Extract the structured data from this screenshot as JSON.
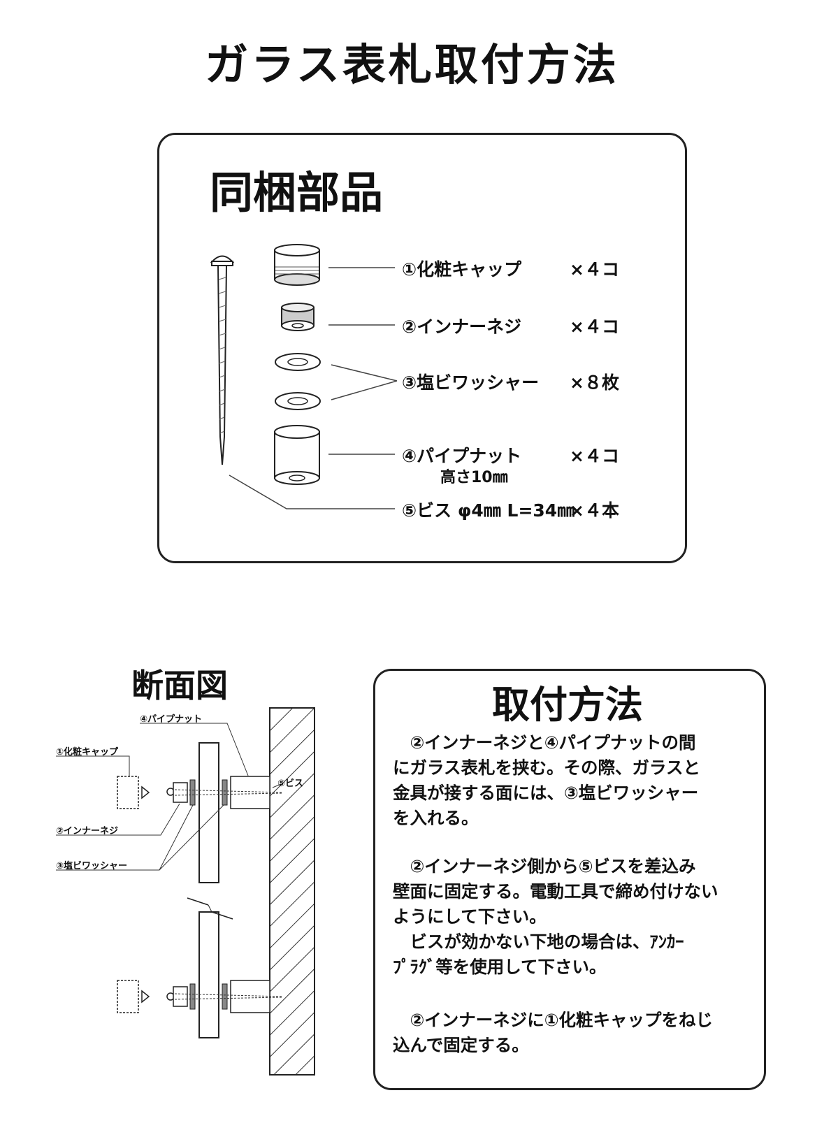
{
  "page_title": "ガラス表札取付方法",
  "parts": {
    "heading": "同梱部品",
    "items": [
      {
        "label": "①化粧キャップ",
        "qty": "×４コ"
      },
      {
        "label": "②インナーネジ",
        "qty": "×４コ"
      },
      {
        "label": "③塩ビワッシャー",
        "qty": "×８枚"
      },
      {
        "label": "④パイプナット",
        "sub": "高さ10㎜",
        "qty": "×４コ"
      },
      {
        "label": "⑤ビス φ4㎜ L=34㎜",
        "qty": "×４本"
      }
    ]
  },
  "section": {
    "heading": "断面図",
    "callouts": {
      "pipe_nut": "④パイプナット",
      "cap": "①化粧キャップ",
      "screw": "⑤ビス",
      "inner_screw": "②インナーネジ",
      "washer": "③塩ビワッシャー"
    }
  },
  "method": {
    "heading": "取付方法",
    "paragraphs": [
      "　②インナーネジと④パイプナットの間\nにガラス表札を挟む。その際、ガラスと\n金具が接する面には、③塩ビワッシャー\nを入れる。",
      "　②インナーネジ側から⑤ビスを差込み\n壁面に固定する。電動工具で締め付けない\nようにして下さい。\n　ビスが効かない下地の場合は、ｱﾝｶｰ\nﾌﾟﾗｸﾞ等を使用して下さい。",
      "　②インナーネジに①化粧キャップをねじ\n込んで固定する。"
    ]
  }
}
